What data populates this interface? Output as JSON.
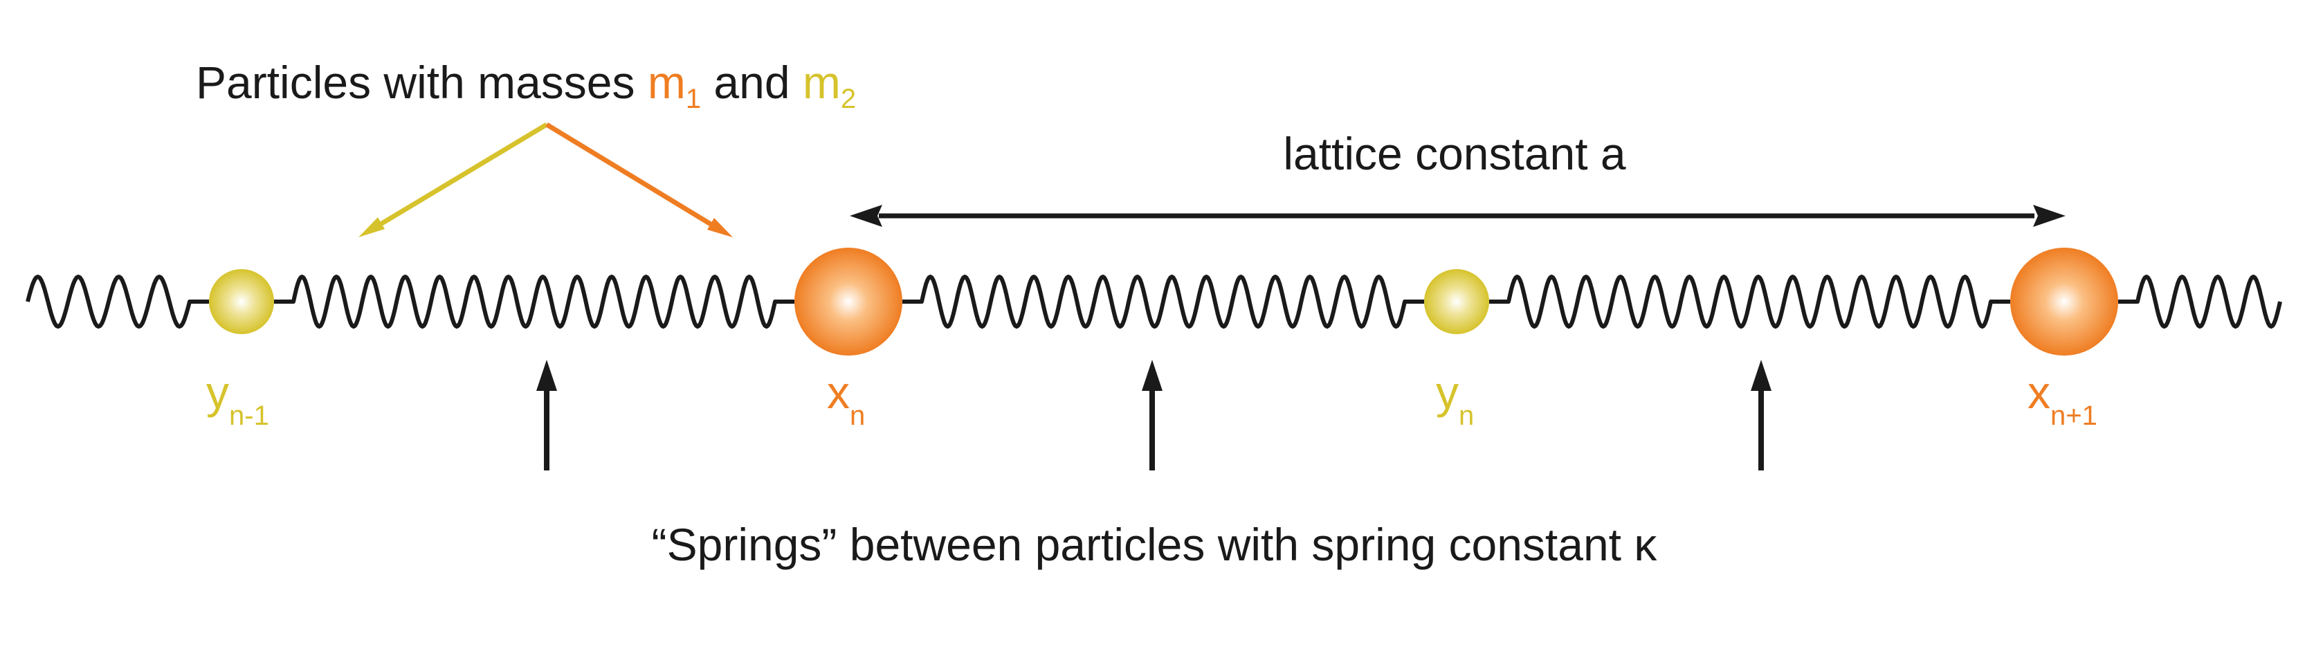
{
  "title": {
    "prefix": "Particles with masses ",
    "m1": "m",
    "m1_sub": "1",
    "middle": " and ",
    "m2": "m",
    "m2_sub": "2"
  },
  "lattice_label": "lattice constant a",
  "springs_label": "“Springs” between particles with spring constant κ",
  "particles": [
    {
      "main": "y",
      "sub": "n-1",
      "kind": "small"
    },
    {
      "main": "x",
      "sub": "n",
      "kind": "large"
    },
    {
      "main": "y",
      "sub": "n",
      "kind": "small"
    },
    {
      "main": "x",
      "sub": "n+1",
      "kind": "large"
    }
  ],
  "colors": {
    "orange": "#ef7d22",
    "yellow": "#d6c32c",
    "line": "#1a1a1a",
    "text": "#1a1a1a"
  }
}
